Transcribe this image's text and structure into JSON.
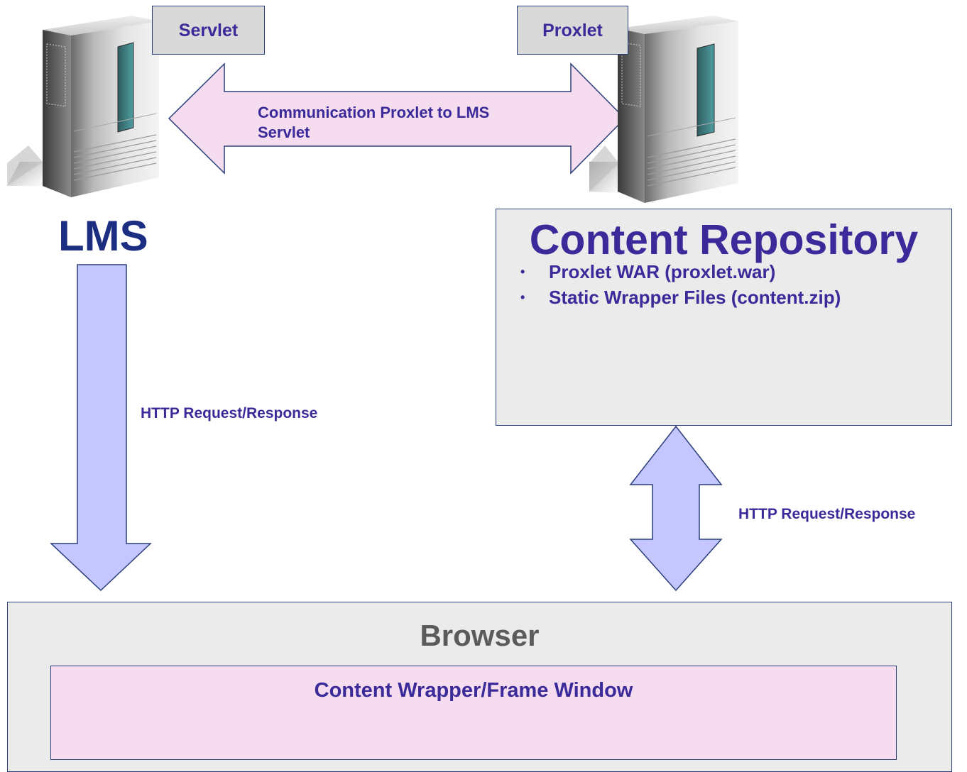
{
  "lms": {
    "title": "LMS",
    "servlet_label": "Servlet"
  },
  "repository": {
    "proxlet_label": "Proxlet",
    "title": "Content Repository",
    "items": [
      "Proxlet WAR (proxlet.war)",
      "Static Wrapper Files (content.zip)"
    ]
  },
  "connections": {
    "proxlet_to_servlet": "Communication Proxlet to LMS\nServlet",
    "lms_to_browser": "HTTP Request/Response",
    "repository_to_browser": "HTTP Request/Response"
  },
  "browser": {
    "title": "Browser",
    "frame_label": "Content Wrapper/Frame Window"
  },
  "colors": {
    "label_text": "#3b2a9a",
    "lms_title": "#1c2e82",
    "box_border": "#2a3f7a",
    "box_fill": "#ebebeb",
    "comm_arrow_fill": "#f5dcef",
    "http_arrow_fill": "#c3c6ff",
    "frame_fill": "#f5dcef"
  },
  "icons": [
    "server-icon",
    "server-icon"
  ]
}
